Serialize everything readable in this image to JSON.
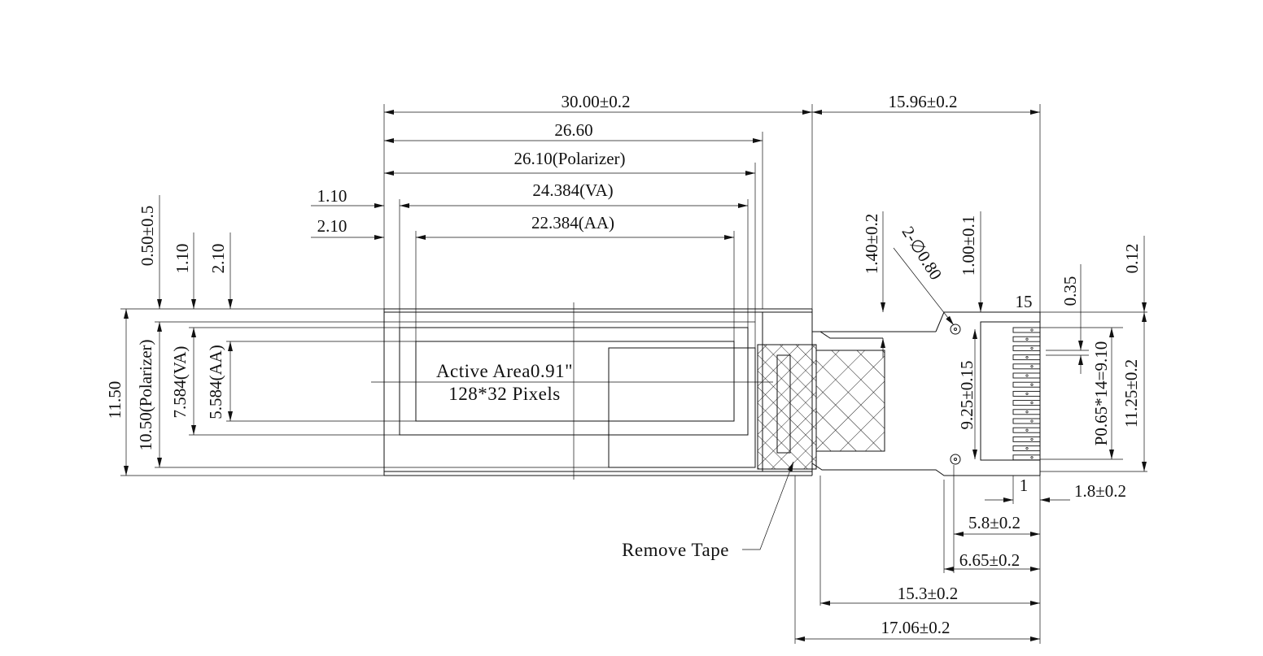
{
  "dims": {
    "total_width": "30.00±0.2",
    "glass_width": "26.60",
    "polarizer_width": "26.10(Polarizer)",
    "va_width": "24.384(VA)",
    "aa_width": "22.384(AA)",
    "offset_va_x": "1.10",
    "offset_aa_x": "2.10",
    "fpc_length": "15.96±0.2",
    "polarizer_offset_y": "0.50±0.5",
    "offset_va_y": "1.10",
    "offset_aa_y": "2.10",
    "total_height": "11.50",
    "polarizer_height": "10.50(Polarizer)",
    "va_height": "7.584(VA)",
    "aa_height": "5.584(AA)",
    "fpc_step": "1.40±0.2",
    "holes": "2-∅0.80",
    "hole_offset": "1.00±0.1",
    "hole_pitch": "9.25±0.15",
    "pin_15": "15",
    "pin_1": "1",
    "pad_width": "0.35",
    "pad_edge": "0.12",
    "pitch": "P0.65*14=9.10",
    "fpc_width": "11.25±0.2",
    "contact_length": "1.8±0.2",
    "d_5_8": "5.8±0.2",
    "d_6_65": "6.65±0.2",
    "d_15_3": "15.3±0.2",
    "d_17_06": "17.06±0.2"
  },
  "labels": {
    "active_area": "Active Area0.91\"",
    "pixels": "128*32 Pixels",
    "remove_tape": "Remove Tape"
  }
}
